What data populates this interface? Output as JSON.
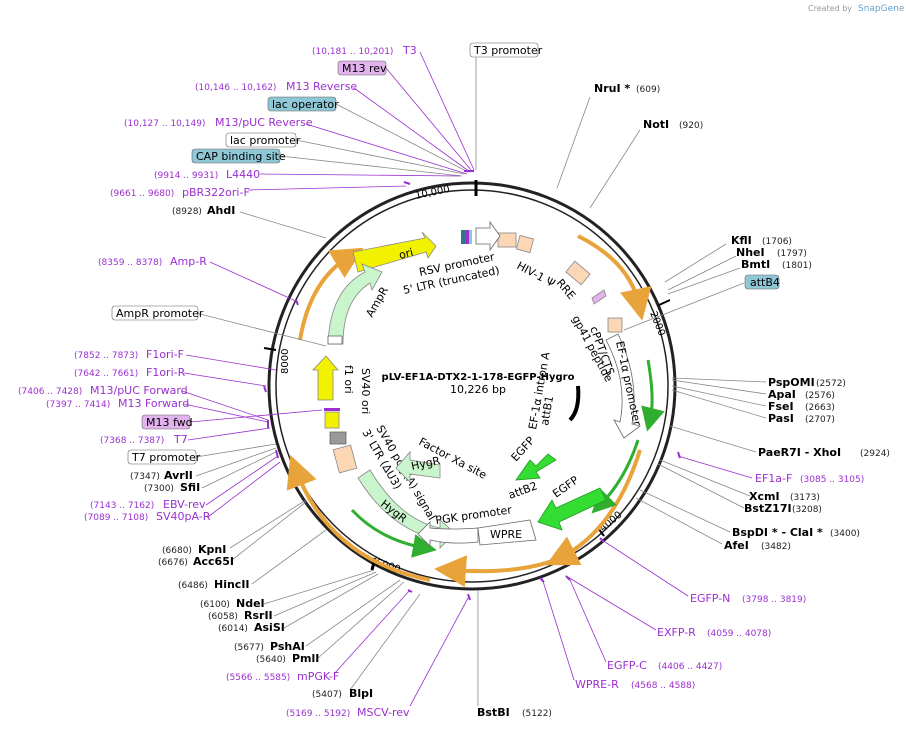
{
  "map": {
    "name": "pLV-EF1A-DTX2-1-178-EGFP-Hygro",
    "length_label": "10,226 bp",
    "credit": {
      "prefix": "Created by",
      "brand": "SnapGene"
    }
  },
  "ticks": [
    "2000",
    "4000",
    "6000",
    "8000",
    "10,000"
  ],
  "right_sites": [
    {
      "name": "NruI *",
      "pos": "(609)"
    },
    {
      "name": "NotI",
      "pos": "(920)"
    },
    {
      "name": "KflI",
      "pos": "(1706)"
    },
    {
      "name": "NheI",
      "pos": "(1797)"
    },
    {
      "name": "BmtI",
      "pos": "(1801)"
    },
    {
      "name": "PspOMI",
      "pos": "(2572)"
    },
    {
      "name": "ApaI",
      "pos": "(2576)"
    },
    {
      "name": "FseI",
      "pos": "(2663)"
    },
    {
      "name": "PasI",
      "pos": "(2707)"
    },
    {
      "name": "PaeR7I - XhoI",
      "pos": "(2924)"
    },
    {
      "name": "XcmI",
      "pos": "(3173)"
    },
    {
      "name": "BstZ17I",
      "pos": "(3208)"
    },
    {
      "name": "BspDI * - ClaI *",
      "pos": "(3400)"
    },
    {
      "name": "AfeI",
      "pos": "(3482)"
    },
    {
      "name": "BstBI",
      "pos": "(5122)"
    }
  ],
  "left_sites": [
    {
      "name": "AhdI",
      "pos": "(8928)"
    },
    {
      "name": "AvrII",
      "pos": "(7347)"
    },
    {
      "name": "SfiI",
      "pos": "(7300)"
    },
    {
      "name": "KpnI",
      "pos": "(6680)"
    },
    {
      "name": "Acc65I",
      "pos": "(6676)"
    },
    {
      "name": "HincII",
      "pos": "(6486)"
    },
    {
      "name": "NdeI",
      "pos": "(6100)"
    },
    {
      "name": "RsrII",
      "pos": "(6058)"
    },
    {
      "name": "AsiSI",
      "pos": "(6014)"
    },
    {
      "name": "PshAI",
      "pos": "(5677)"
    },
    {
      "name": "PmlI",
      "pos": "(5640)"
    },
    {
      "name": "BlpI",
      "pos": "(5407)"
    }
  ],
  "primers": [
    {
      "name": "T3",
      "pos": "(10,181 .. 10,201)"
    },
    {
      "name": "M13 Reverse",
      "pos": "(10,146 .. 10,162)"
    },
    {
      "name": "M13/pUC Reverse",
      "pos": "(10,127 .. 10,149)"
    },
    {
      "name": "L4440",
      "pos": "(9914 .. 9931)"
    },
    {
      "name": "pBR322ori-F",
      "pos": "(9661 .. 9680)"
    },
    {
      "name": "Amp-R",
      "pos": "(8359 .. 8378)"
    },
    {
      "name": "F1ori-F",
      "pos": "(7852 .. 7873)"
    },
    {
      "name": "F1ori-R",
      "pos": "(7642 .. 7661)"
    },
    {
      "name": "M13/pUC Forward",
      "pos": "(7406 .. 7428)"
    },
    {
      "name": "M13 Forward",
      "pos": "(7397 .. 7414)"
    },
    {
      "name": "T7",
      "pos": "(7368 .. 7387)"
    },
    {
      "name": "EBV-rev",
      "pos": "(7143 .. 7162)"
    },
    {
      "name": "SV40pA-R",
      "pos": "(7089 .. 7108)"
    },
    {
      "name": "EF1a-F",
      "pos": "(3085 .. 3105)"
    },
    {
      "name": "EGFP-N",
      "pos": "(3798 .. 3819)"
    },
    {
      "name": "EXFP-R",
      "pos": "(4059 .. 4078)"
    },
    {
      "name": "EGFP-C",
      "pos": "(4406 .. 4427)"
    },
    {
      "name": "WPRE-R",
      "pos": "(4568 .. 4588)"
    },
    {
      "name": "mPGK-F",
      "pos": "(5566 .. 5585)"
    },
    {
      "name": "MSCV-rev",
      "pos": "(5169 .. 5192)"
    }
  ],
  "boxed_labels": [
    {
      "text": "T3 promoter",
      "color": "#ffffff"
    },
    {
      "text": "M13 rev",
      "color": "#e3b3f0"
    },
    {
      "text": "lac operator",
      "color": "#8fc7d6"
    },
    {
      "text": "lac promoter",
      "color": "#ffffff"
    },
    {
      "text": "CAP binding site",
      "color": "#8fc7d6"
    },
    {
      "text": "attB4",
      "color": "#8fc7d6"
    },
    {
      "text": "AmpR promoter",
      "color": "#ffffff"
    },
    {
      "text": "M13 fwd",
      "color": "#e3b3f0"
    },
    {
      "text": "T7 promoter",
      "color": "#ffffff"
    }
  ],
  "features": {
    "ori": "ori",
    "rsv": "RSV promoter",
    "ltr5": "5' LTR (truncated)",
    "hiv": "HIV-1 Ψ",
    "rre": "RRE",
    "gp41": "gp41 peptide",
    "cppt": "cPPT/CTS",
    "ef1a": "EF-1α promoter",
    "ef1a_intron": "EF-1α intron A",
    "attb1": "attB1",
    "egfp_inner": "EGFP",
    "egfp_outer": "EGFP",
    "attb2": "attB2",
    "wpre": "WPRE",
    "pgk": "PGK promoter",
    "hygr_inner": "HygR",
    "hygr_outer": "HygR",
    "factorxa": "Factor Xa site",
    "ltr3": "3' LTR (ΔU3)",
    "sv40pa": "SV40 poly(A) signal",
    "sv40ori": "SV40 ori",
    "f1ori": "f1 ori",
    "ampr": "AmpR"
  },
  "colors": {
    "primer": "#9b2fd0",
    "orange_arc": "#e8a33a",
    "green_arrow": "#33dd33",
    "pale_green": "#c9f5cc",
    "ori_yellow": "#f2f200",
    "ltr_tan": "#fbd7b5"
  }
}
